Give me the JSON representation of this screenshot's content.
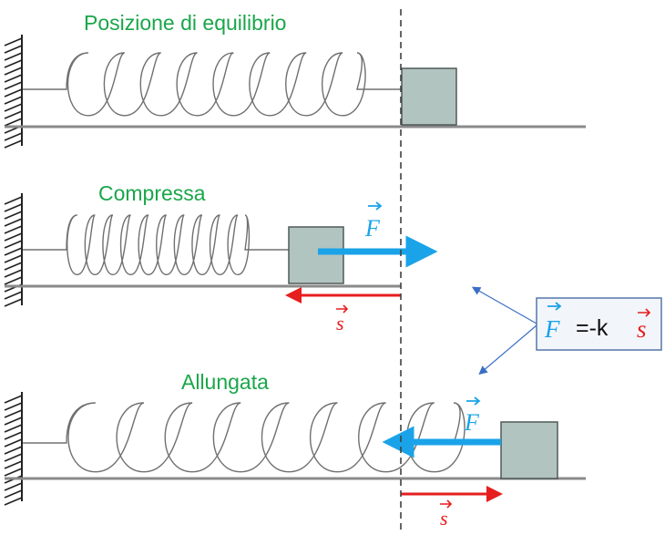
{
  "titles": {
    "equilibrium": "Posizione di equilibrio",
    "compressed": "Compressa",
    "stretched": "Allungata"
  },
  "symbols": {
    "force": "F",
    "displacement": "s",
    "vector_arrow": "⃗"
  },
  "formula": {
    "lhs": "F",
    "operator": "=-k",
    "rhs": "s"
  },
  "colors": {
    "title_green": "#1aa64a",
    "force_blue": "#1aa3e8",
    "displacement_red": "#e61e1e",
    "block_fill": "#b2c4c0",
    "block_stroke": "#505a58",
    "ground": "#8a8a8a",
    "spring": "#707070",
    "dashed_line": "#404040",
    "pointer_blue": "#3a6fc4",
    "formula_border": "#5577aa",
    "formula_bg": "#f2f6fb"
  }
}
